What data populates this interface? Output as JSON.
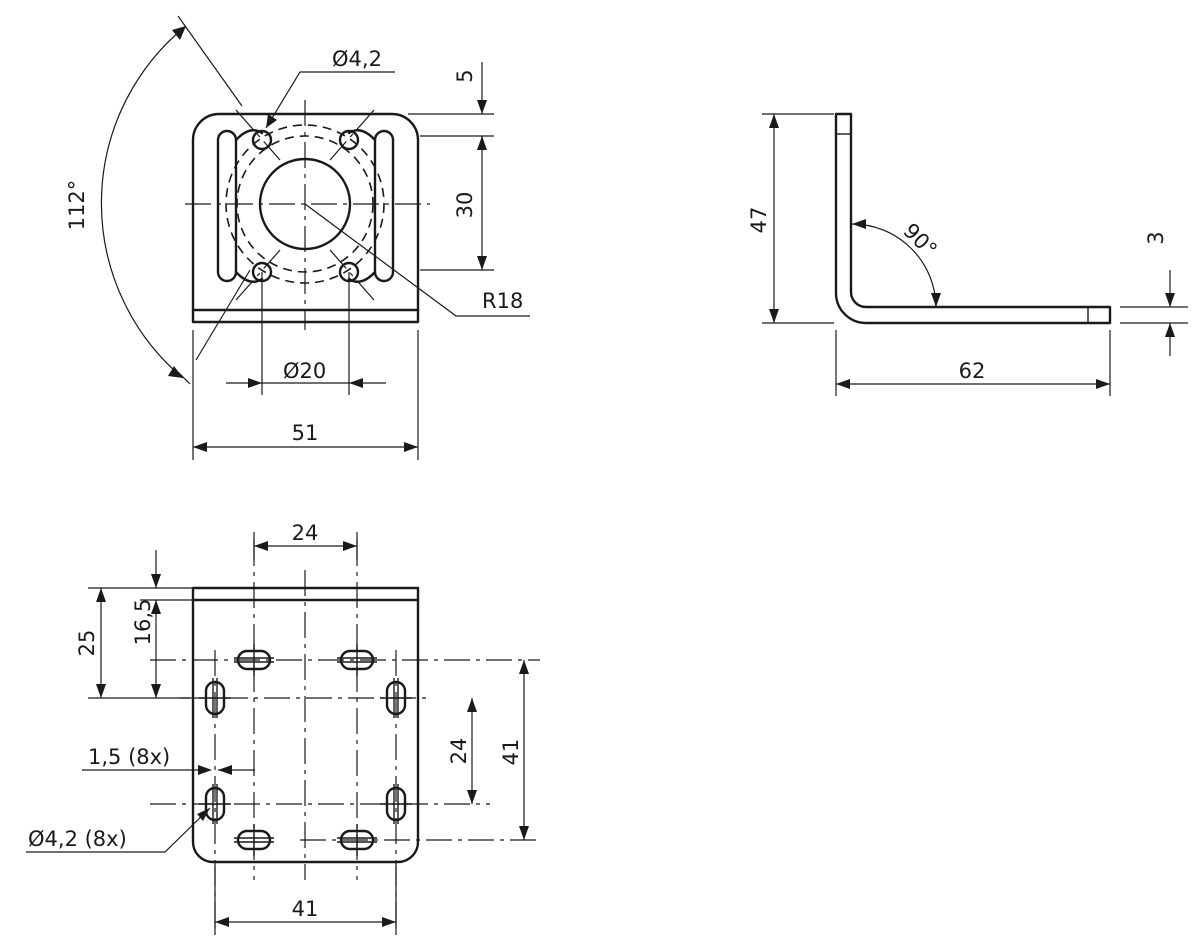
{
  "front_view": {
    "dims": {
      "angle": "112°",
      "hole_dia": "Ø4,2",
      "top_offset": "5",
      "hole_spacing": "30",
      "radius": "R18",
      "bore_dia": "Ø20",
      "width": "51"
    }
  },
  "side_view": {
    "dims": {
      "height": "47",
      "bend_angle": "90°",
      "thickness": "3",
      "length": "62"
    }
  },
  "plan_view": {
    "dims": {
      "top_spacing": "24",
      "offset_25": "25",
      "offset_16_5": "16,5",
      "slot_width": "1,5 (8x)",
      "vert_spacing_24": "24",
      "vert_spacing_41": "41",
      "holes": "Ø4,2 (8x)",
      "bottom_spacing": "41"
    }
  }
}
